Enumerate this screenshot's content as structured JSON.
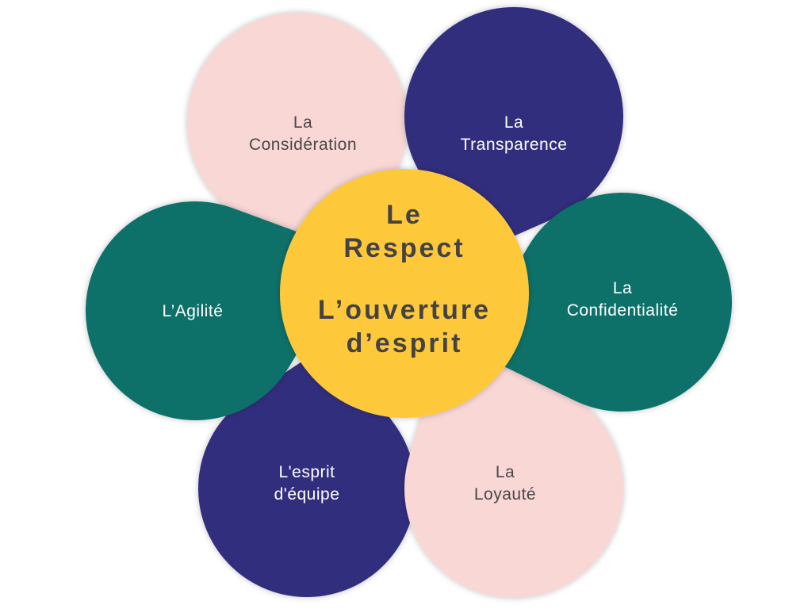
{
  "colors": {
    "pink": "#F8D7D5",
    "navy": "#332D7E",
    "teal": "#07716B",
    "yellow": "#FDC93A"
  },
  "center": {
    "line1": "Le",
    "line2": "Respect",
    "line3": "L’ouverture",
    "line4": "d’esprit"
  },
  "petals": [
    {
      "line1": "La",
      "line2": "Considération",
      "color": "pink"
    },
    {
      "line1": "La",
      "line2": "Transparence",
      "color": "navy"
    },
    {
      "line1": "La",
      "line2": "Confidentialité",
      "color": "teal"
    },
    {
      "line1": "La",
      "line2": "Loyauté",
      "color": "pink"
    },
    {
      "line1": "L'esprit",
      "line2": "d'équipe",
      "color": "navy"
    },
    {
      "line1": "L’Agilité",
      "line2": "",
      "color": "teal"
    }
  ]
}
